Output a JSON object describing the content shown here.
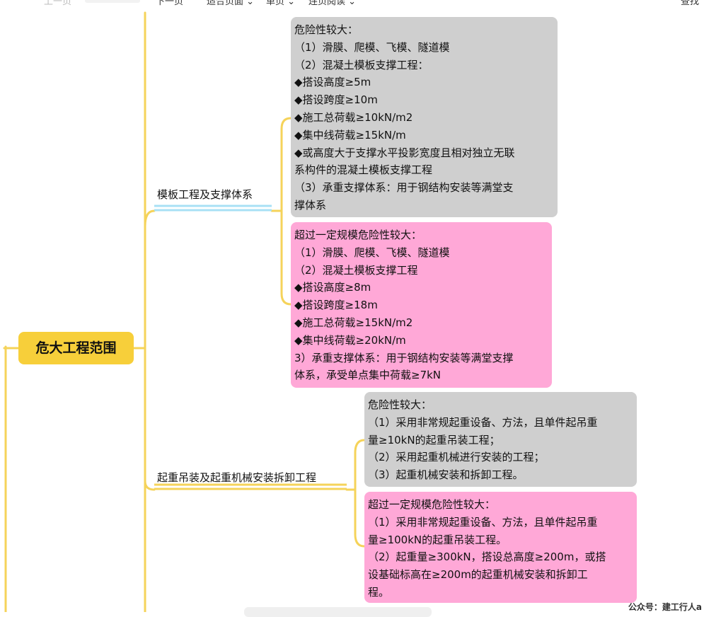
{
  "toolbar": {
    "prev": "上一页",
    "next": "下一页",
    "fit_page": "适合页面",
    "single_page": "单页",
    "continuous": "连页阅读",
    "search": "查找"
  },
  "mindmap": {
    "root": "危大工程范围",
    "branches": [
      {
        "label": "模板工程及支撑体系",
        "boxes": [
          {
            "style": "gray",
            "lines": [
              "危险性较大：",
              "（1）滑膜、爬模、飞模、隧道模",
              "（2）混凝土模板支撑工程：",
              "◆搭设高度≥5m",
              "◆搭设跨度≥10m",
              "◆施工总荷载≥10kN/m2",
              "◆集中线荷载≥15kN/m",
              "◆或高度大于支撑水平投影宽度且相对独立无联",
              "系构件的混凝土模板支撑工程",
              "（3）承重支撑体系：用于钢结构安装等满堂支",
              "撑体系"
            ]
          },
          {
            "style": "pink",
            "lines": [
              "超过一定规模危险性较大：",
              "（1）滑膜、爬模、飞模、隧道模",
              "（2）混凝土模板支撑工程",
              "◆搭设高度≥8m",
              "◆搭设跨度≥18m",
              "◆施工总荷载≥15kN/m2",
              "◆集中线荷载≥20kN/m",
              "3）承重支撑体系：用于钢结构安装等满堂支撑",
              "体系，承受单点集中荷载≥7kN"
            ]
          }
        ]
      },
      {
        "label": "起重吊装及起重机械安装拆卸工程",
        "boxes": [
          {
            "style": "gray",
            "lines": [
              "危险性较大：",
              "（1）采用非常规起重设备、方法，且单件起吊重",
              "量≥10kN的起重吊装工程；",
              "（2）采用起重机械进行安装的工程；",
              "（3）起重机械安装和拆卸工程。"
            ]
          },
          {
            "style": "pink",
            "lines": [
              "超过一定规模危险性较大：",
              "（1）采用非常规起重设备、方法，且单件起吊重",
              "量≥100kN的起重吊装工程。",
              "（2）起重量≥300kN，搭设总高度≥200m，或搭",
              "设基础标高在≥200m的起重机械安装和拆卸工",
              "程。"
            ]
          }
        ]
      }
    ]
  },
  "watermark": "公众号：建工行人a",
  "colors": {
    "connector": "#f5d35a",
    "root_fill": "#f7cf3a",
    "gray_box": "#cfcfcf",
    "pink_box": "#ffa8d7",
    "underline_blue": "#a8e0f5",
    "underline_yellow": "#f5d35a"
  }
}
